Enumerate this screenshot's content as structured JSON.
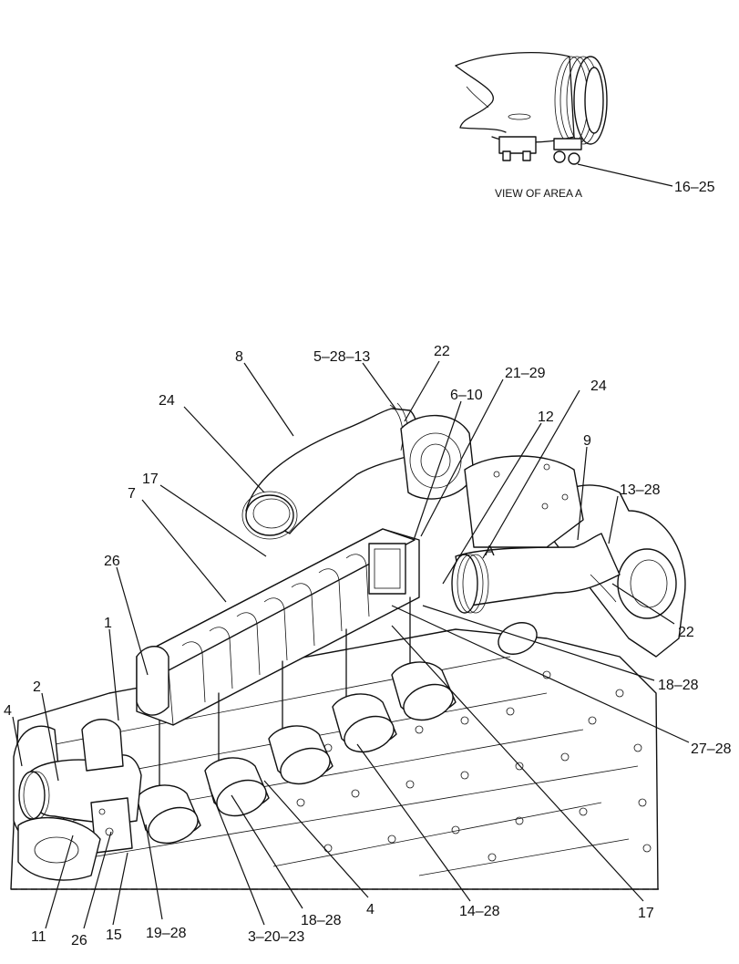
{
  "detail_view": {
    "caption": "VIEW OF AREA A",
    "callout": "16–25"
  },
  "area_marker": "A",
  "callouts": [
    {
      "id": "c-8",
      "text": "8"
    },
    {
      "id": "c-5-28-13",
      "text": "5–28–13"
    },
    {
      "id": "c-22-top",
      "text": "22"
    },
    {
      "id": "c-21-29",
      "text": "21–29"
    },
    {
      "id": "c-6-10",
      "text": "6–10"
    },
    {
      "id": "c-24-left",
      "text": "24"
    },
    {
      "id": "c-24-right",
      "text": "24"
    },
    {
      "id": "c-12",
      "text": "12"
    },
    {
      "id": "c-9",
      "text": "9"
    },
    {
      "id": "c-13-28",
      "text": "13–28"
    },
    {
      "id": "c-17-top",
      "text": "17"
    },
    {
      "id": "c-7",
      "text": "7"
    },
    {
      "id": "c-26-top",
      "text": "26"
    },
    {
      "id": "c-1",
      "text": "1"
    },
    {
      "id": "c-2",
      "text": "2"
    },
    {
      "id": "c-4-left",
      "text": "4"
    },
    {
      "id": "c-22-right",
      "text": "22"
    },
    {
      "id": "c-18-28-right",
      "text": "18–28"
    },
    {
      "id": "c-27-28",
      "text": "27–28"
    },
    {
      "id": "c-11",
      "text": "11"
    },
    {
      "id": "c-26-bottom",
      "text": "26"
    },
    {
      "id": "c-15",
      "text": "15"
    },
    {
      "id": "c-19-28",
      "text": "19–28"
    },
    {
      "id": "c-3-20-23",
      "text": "3–20–23"
    },
    {
      "id": "c-18-28-bottom",
      "text": "18–28"
    },
    {
      "id": "c-4-bottom",
      "text": "4"
    },
    {
      "id": "c-14-28",
      "text": "14–28"
    },
    {
      "id": "c-17-bottom",
      "text": "17"
    }
  ]
}
